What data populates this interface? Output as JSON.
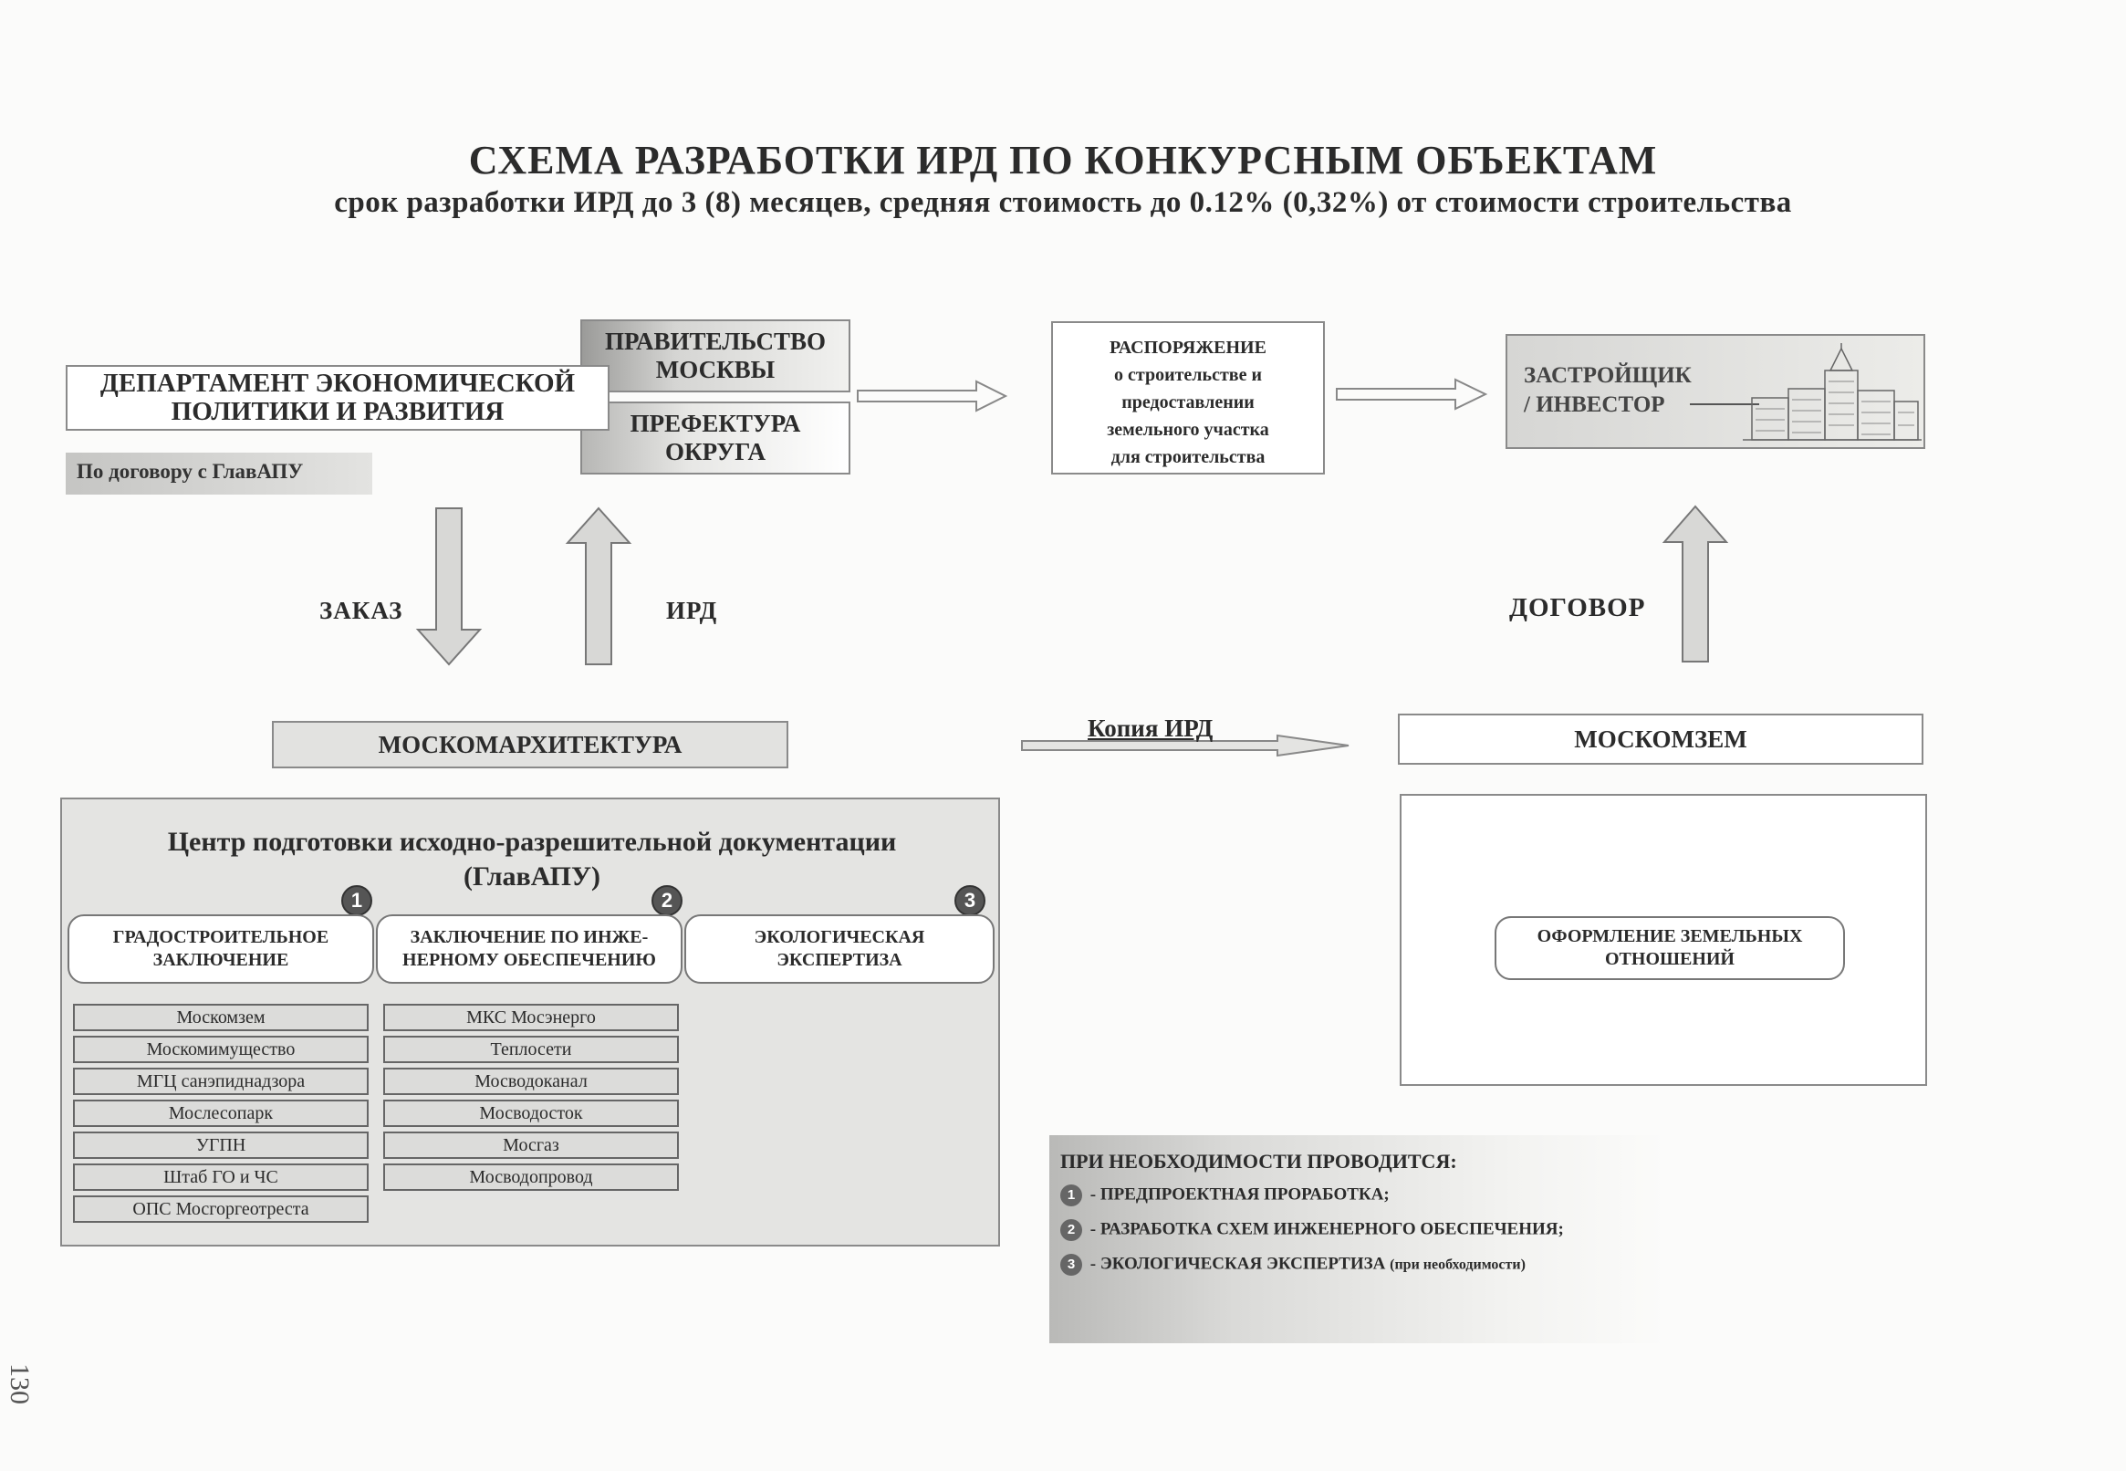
{
  "header": {
    "title": "СХЕМА  РАЗРАБОТКИ ИРД ПО КОНКУРСНЫМ ОБЪЕКТАМ",
    "subtitle": "срок разработки ИРД до 3 (8) месяцев, средняя стоимость до 0.12% (0,32%) от стоимости строительства"
  },
  "nodes": {
    "department": "ДЕПАРТАМЕНТ ЭКОНОМИЧЕСКОЙ\nПОЛИТИКИ И РАЗВИТИЯ",
    "contract_note": "По договору с ГлавАПУ",
    "government": "ПРАВИТЕЛЬСТВО\nМОСКВЫ",
    "prefecture": "ПРЕФЕКТУРА\nОКРУГА",
    "order": "РАСПОРЯЖЕНИЕ\nо строительстве и\nпредоставлении\nземельного участка\nдля строительства",
    "developer": "ЗАСТРОЙЩИК\n/ ИНВЕСТОР",
    "moskomarkh": "МОСКОМАРХИТЕКТУРА",
    "moskomzem": "МОСКОМЗЕМ",
    "land_relations": "ОФОРМЛЕНИЕ ЗЕМЕЛЬНЫХ\nОТНОШЕНИЙ"
  },
  "arrows": {
    "order_label": "ЗАКАЗ",
    "ird_label": "ИРД",
    "contract_label": "ДОГОВОР",
    "copy_label": "Копия ИРД"
  },
  "center": {
    "title": "Центр подготовки исходно-разрешительной документации\n(ГлавАПУ)",
    "columns": [
      {
        "badge": "1",
        "header": "ГРАДОСТРОИТЕЛЬНОЕ\nЗАКЛЮЧЕНИЕ",
        "items": [
          "Москомзем",
          "Москомимущество",
          "МГЦ санэпиднадзора",
          "Мослесопарк",
          "УГПН",
          "Штаб ГО и ЧС",
          "ОПС Мосгоргеотреста"
        ]
      },
      {
        "badge": "2",
        "header": "ЗАКЛЮЧЕНИЕ ПО ИНЖЕ-\nНЕРНОМУ ОБЕСПЕЧЕНИЮ",
        "items": [
          "МКС Мосэнерго",
          "Теплосети",
          "Мосводоканал",
          "Мосводосток",
          "Мосгаз",
          "Мосводопровод"
        ]
      },
      {
        "badge": "3",
        "header": "ЭКОЛОГИЧЕСКАЯ\nЭКСПЕРТИЗА",
        "items": []
      }
    ]
  },
  "notes": {
    "heading": "ПРИ НЕОБХОДИМОСТИ ПРОВОДИТСЯ:",
    "items": [
      {
        "badge": "1",
        "text": "- ПРЕДПРОЕКТНАЯ ПРОРАБОТКА;"
      },
      {
        "badge": "2",
        "text": "- РАЗРАБОТКА СХЕМ ИНЖЕНЕРНОГО ОБЕСПЕЧЕНИЯ;"
      },
      {
        "badge": "3",
        "text": "- ЭКОЛОГИЧЕСКАЯ ЭКСПЕРТИЗА",
        "suffix": "(при необходимости)"
      }
    ]
  },
  "page_number": "130"
}
